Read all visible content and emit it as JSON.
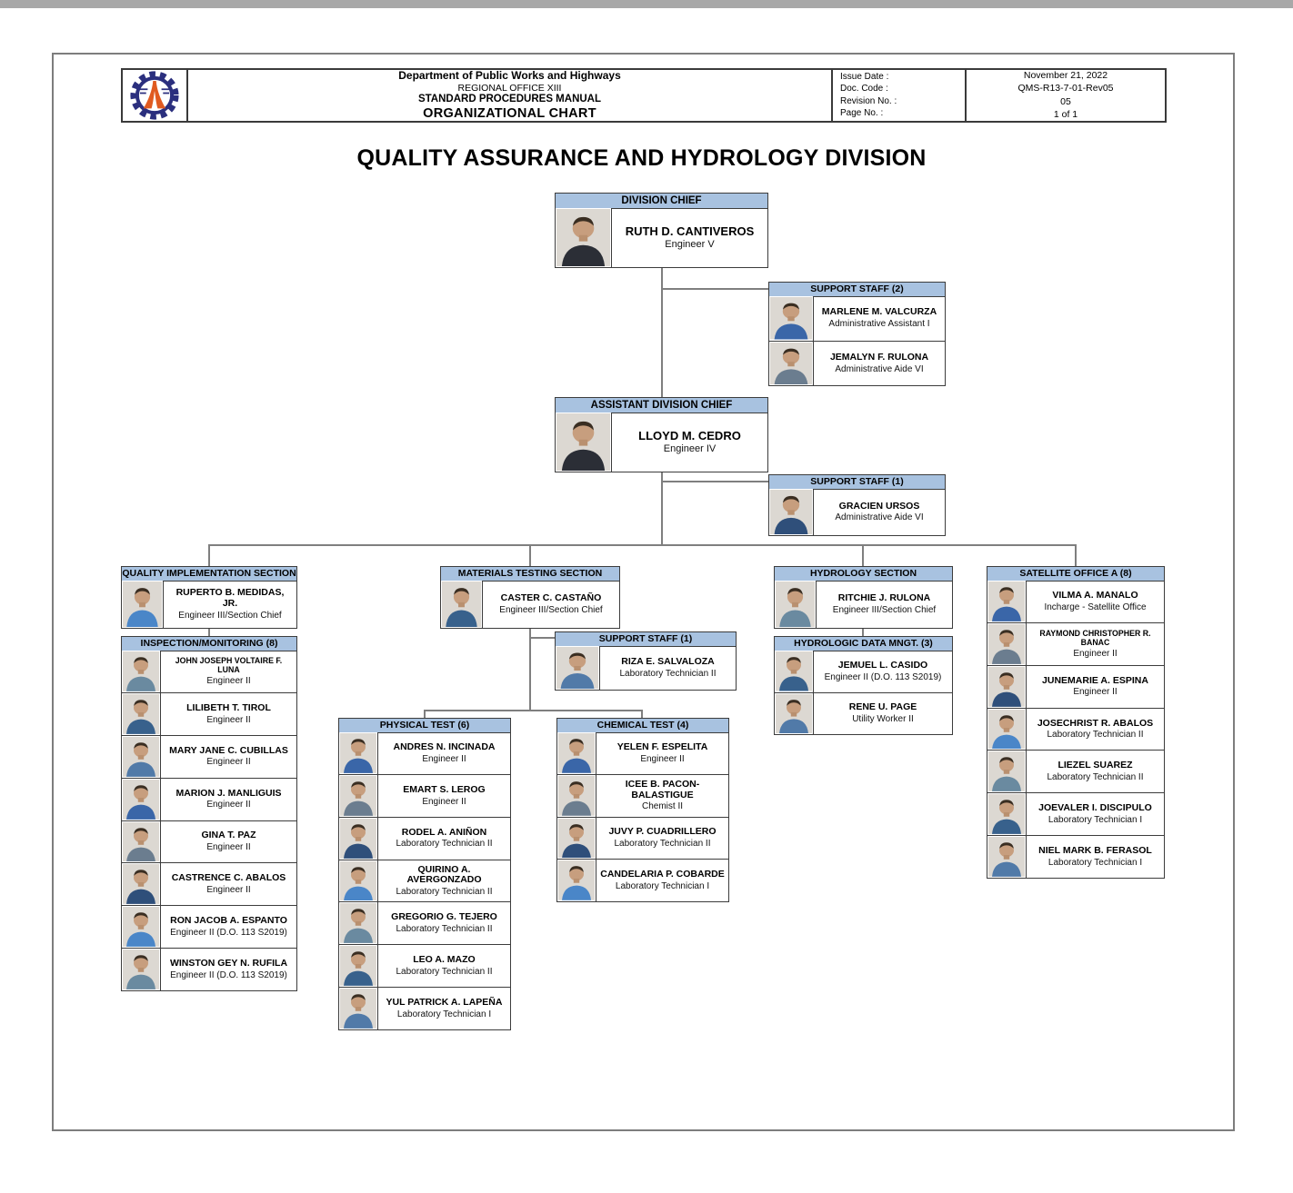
{
  "page": {
    "title": "QUALITY ASSURANCE AND HYDROLOGY DIVISION"
  },
  "header": {
    "department": "Department of Public Works and Highways",
    "office": "REGIONAL OFFICE XIII",
    "manual": "STANDARD PROCEDURES MANUAL",
    "chart_title": "ORGANIZATIONAL CHART",
    "logo": "dpwh-gear-logo",
    "meta": [
      {
        "label": "Issue Date :",
        "value": "November 21, 2022"
      },
      {
        "label": "Doc. Code :",
        "value": "QMS-R13-7-01-Rev05"
      },
      {
        "label": "Revision No. :",
        "value": "05"
      },
      {
        "label": "Page No. :",
        "value": "1 of 1"
      }
    ]
  },
  "colors": {
    "header_bar": "#a8c2e0",
    "line": "#7f7f7f",
    "logo_navy": "#2b2f7e",
    "logo_orange": "#e05a20"
  },
  "org": {
    "division_chief": {
      "header": "DIVISION CHIEF",
      "name": "RUTH D. CANTIVEROS",
      "title": "Engineer V"
    },
    "support_staff_div": {
      "header": "SUPPORT STAFF (2)",
      "members": [
        {
          "name": "MARLENE M. VALCURZA",
          "title": "Administrative Assistant I"
        },
        {
          "name": "JEMALYN F. RULONA",
          "title": "Administrative Aide VI"
        }
      ]
    },
    "assistant_division_chief": {
      "header": "ASSISTANT DIVISION CHIEF",
      "name": "LLOYD M. CEDRO",
      "title": "Engineer IV"
    },
    "support_staff_asst": {
      "header": "SUPPORT STAFF (1)",
      "members": [
        {
          "name": "GRACIEN URSOS",
          "title": "Administrative Aide VI"
        }
      ]
    },
    "quality_implementation": {
      "header": "QUALITY IMPLEMENTATION SECTION",
      "name": "RUPERTO B. MEDIDAS, JR.",
      "title": "Engineer III/Section Chief"
    },
    "inspection_monitoring": {
      "header": "INSPECTION/MONITORING (8)",
      "members": [
        {
          "name": "JOHN JOSEPH VOLTAIRE F. LUNA",
          "title": "Engineer II"
        },
        {
          "name": "LILIBETH T. TIROL",
          "title": "Engineer II"
        },
        {
          "name": "MARY JANE C. CUBILLAS",
          "title": "Engineer II"
        },
        {
          "name": "MARION J. MANLIGUIS",
          "title": "Engineer II"
        },
        {
          "name": "GINA T. PAZ",
          "title": "Engineer II"
        },
        {
          "name": "CASTRENCE C. ABALOS",
          "title": "Engineer II"
        },
        {
          "name": "RON JACOB A. ESPANTO",
          "title": "Engineer II (D.O. 113 S2019)"
        },
        {
          "name": "WINSTON GEY N. RUFILA",
          "title": "Engineer II (D.O. 113 S2019)"
        }
      ]
    },
    "materials_testing": {
      "header": "MATERIALS TESTING SECTION",
      "name": "CASTER C. CASTAÑO",
      "title": "Engineer III/Section Chief"
    },
    "mts_support_staff": {
      "header": "SUPPORT STAFF (1)",
      "members": [
        {
          "name": "RIZA E. SALVALOZA",
          "title": "Laboratory Technician II"
        }
      ]
    },
    "physical_test": {
      "header": "PHYSICAL TEST (6)",
      "members": [
        {
          "name": "ANDRES N. INCINADA",
          "title": "Engineer II"
        },
        {
          "name": "EMART S. LEROG",
          "title": "Engineer II"
        },
        {
          "name": "RODEL A. ANIÑON",
          "title": "Laboratory Technician II"
        },
        {
          "name": "QUIRINO A. AVERGONZADO",
          "title": "Laboratory Technician II"
        },
        {
          "name": "GREGORIO G. TEJERO",
          "title": "Laboratory Technician II"
        },
        {
          "name": "LEO A. MAZO",
          "title": "Laboratory Technician II"
        },
        {
          "name": "YUL PATRICK A. LAPEÑA",
          "title": "Laboratory Technician I"
        }
      ]
    },
    "chemical_test": {
      "header": "CHEMICAL TEST (4)",
      "members": [
        {
          "name": "YELEN F. ESPELITA",
          "title": "Engineer II"
        },
        {
          "name": "ICEE B. PACON-BALASTIGUE",
          "title": "Chemist II"
        },
        {
          "name": "JUVY P. CUADRILLERO",
          "title": "Laboratory Technician II"
        },
        {
          "name": "CANDELARIA P. COBARDE",
          "title": "Laboratory Technician I"
        }
      ]
    },
    "hydrology": {
      "header": "HYDROLOGY SECTION",
      "name": "RITCHIE J. RULONA",
      "title": "Engineer III/Section Chief"
    },
    "hydrologic_data": {
      "header": "HYDROLOGIC DATA MNGT. (3)",
      "members": [
        {
          "name": "JEMUEL L. CASIDO",
          "title": "Engineer II (D.O. 113 S2019)"
        },
        {
          "name": "RENE U. PAGE",
          "title": "Utility Worker II"
        }
      ]
    },
    "satellite_office": {
      "header": "SATELLITE OFFICE A (8)",
      "members": [
        {
          "name": "VILMA A. MANALO",
          "title": "Incharge - Satellite Office"
        },
        {
          "name": "RAYMOND CHRISTOPHER R. BANAC",
          "title": "Engineer II"
        },
        {
          "name": "JUNEMARIE A. ESPINA",
          "title": "Engineer II"
        },
        {
          "name": "JOSECHRIST R. ABALOS",
          "title": "Laboratory Technician II"
        },
        {
          "name": "LIEZEL SUAREZ",
          "title": "Laboratory Technician II"
        },
        {
          "name": "JOEVALER I. DISCIPULO",
          "title": "Laboratory Technician I"
        },
        {
          "name": "NIEL MARK B. FERASOL",
          "title": "Laboratory Technician I"
        }
      ]
    }
  }
}
